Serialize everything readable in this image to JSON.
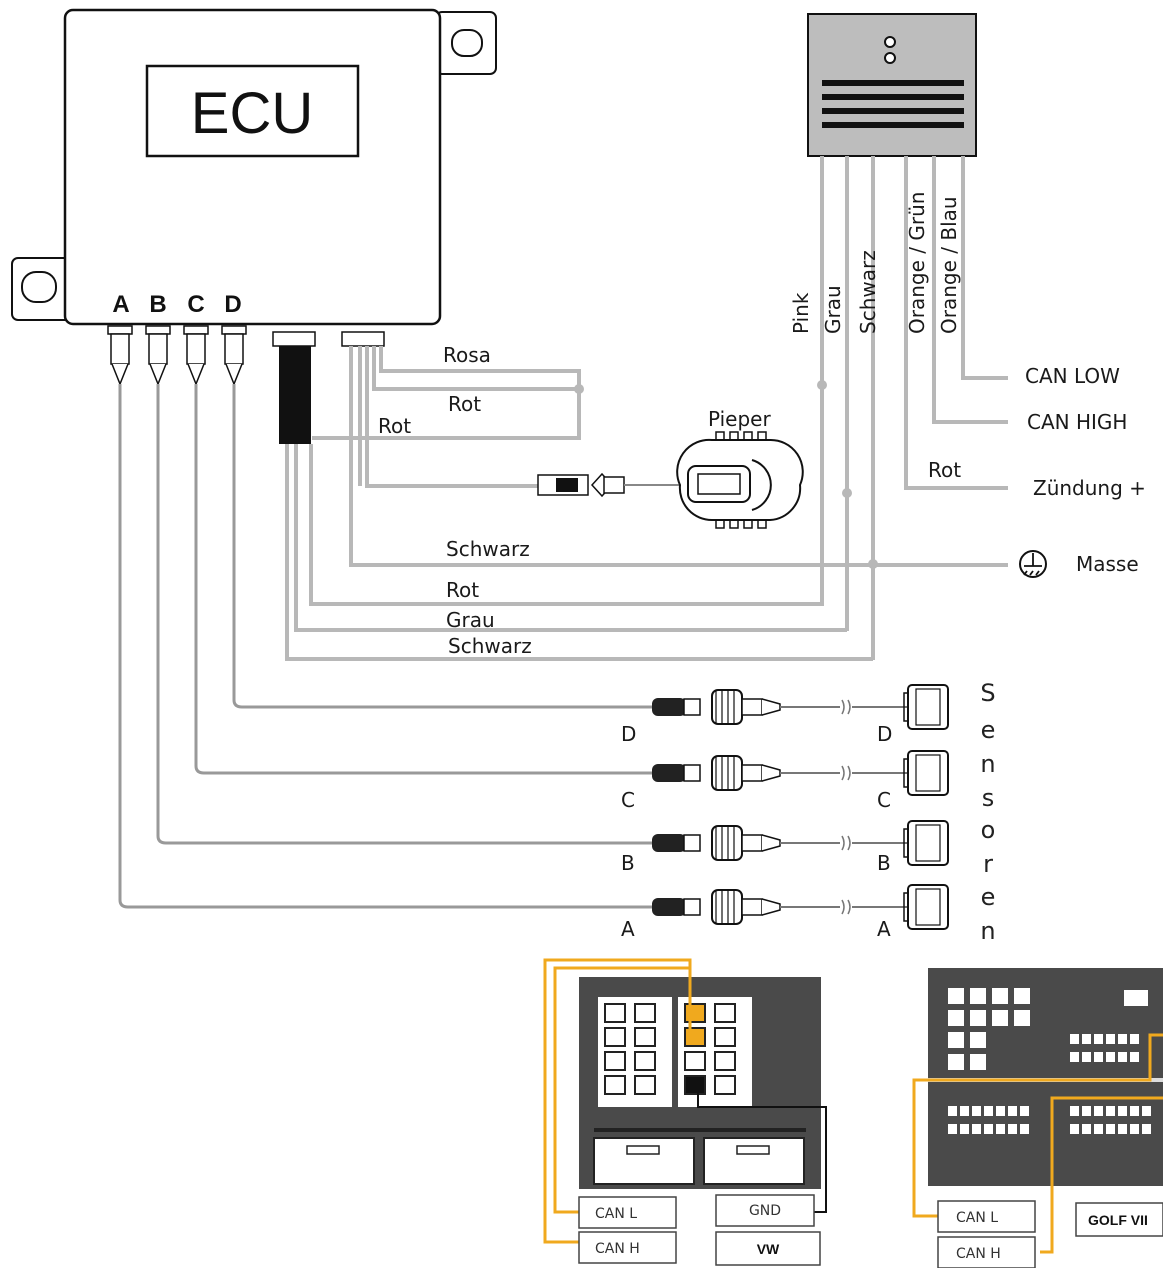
{
  "ecu": {
    "title": "ECU",
    "ports": [
      "A",
      "B",
      "C",
      "D"
    ]
  },
  "wires": {
    "rosa": "Rosa",
    "rot_upper": "Rot",
    "rot_middle": "Rot",
    "schwarz_upper": "Schwarz",
    "rot_lower": "Rot",
    "grau": "Grau",
    "schwarz_lower": "Schwarz",
    "rot_right": "Rot"
  },
  "pieper": {
    "label": "Pieper"
  },
  "module_wires": [
    "Pink",
    "Grau",
    "Schwarz",
    "Orange / Grün",
    "Orange / Blau"
  ],
  "signals": [
    "CAN LOW",
    "CAN HIGH",
    "Zündung +",
    "Masse"
  ],
  "sensors": {
    "title_letters": [
      "S",
      "e",
      "n",
      "s",
      "o",
      "r",
      "e",
      "n"
    ],
    "rows": [
      {
        "left": "D",
        "right": "D"
      },
      {
        "left": "C",
        "right": "C"
      },
      {
        "left": "B",
        "right": "B"
      },
      {
        "left": "A",
        "right": "A"
      }
    ]
  },
  "vw_panel": {
    "can_l": "CAN L",
    "can_h": "CAN H",
    "gnd": "GND",
    "brand": "VW"
  },
  "golf_panel": {
    "can_l": "CAN L",
    "can_h": "CAN H",
    "brand": "GOLF VII"
  },
  "colors": {
    "wire": "#b8b8b8",
    "can_orange": "#f0a91e",
    "panel": "#4a4a4a"
  }
}
